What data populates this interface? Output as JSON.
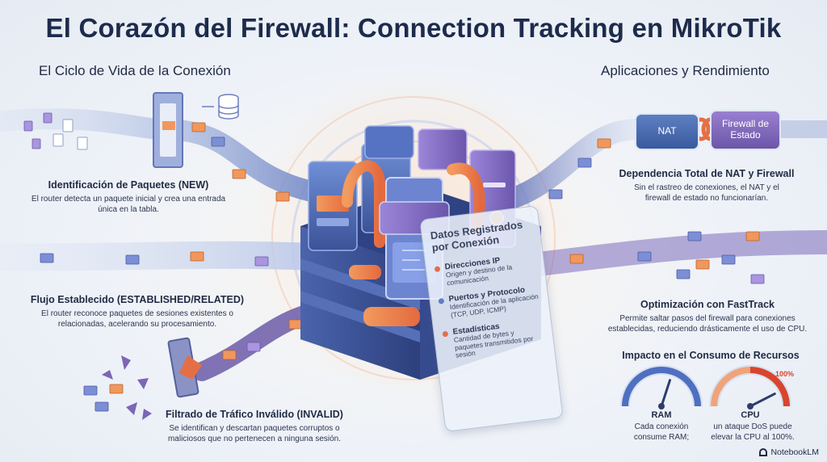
{
  "title": "El Corazón del Firewall: Connection Tracking en MikroTik",
  "left_heading": "El Ciclo de Vida de la Conexión",
  "right_heading": "Aplicaciones y Rendimiento",
  "left_blocks": [
    {
      "title": "Identificación de Paquetes (NEW)",
      "desc": "El router detecta un paquete inicial y crea una entrada única en la tabla."
    },
    {
      "title": "Flujo Establecido (ESTABLISHED/RELATED)",
      "desc": "El router reconoce paquetes de sesiones existentes o relacionadas, acelerando su procesamiento."
    },
    {
      "title": "Filtrado de Tráfico Inválido (INVALID)",
      "desc": "Se identifican y descartan paquetes corruptos o maliciosos que no pertenecen a ninguna sesión."
    }
  ],
  "right_blocks": [
    {
      "title": "Dependencia Total de NAT y Firewall",
      "desc": "Sin el rastreo de conexiones, el NAT y el firewall de estado no funcionarían."
    },
    {
      "title": "Optimización con FastTrack",
      "desc": "Permite saltar pasos del firewall para conexiones establecidas, reduciendo drásticamente el uso de CPU."
    }
  ],
  "chips": {
    "nat": "NAT",
    "firewall": "Firewall de Estado"
  },
  "panel": {
    "title": "Datos Registrados por Conexión",
    "items": [
      {
        "label": "Direcciones IP",
        "desc": "Origen y destino de la comunicación",
        "color": "#e56f45"
      },
      {
        "label": "Puertos y Protocolo",
        "desc": "Identificación de la aplicación (TCP, UDP, ICMP)",
        "color": "#5d7fc2"
      },
      {
        "label": "Estadísticas",
        "desc": "Cantidad de bytes y paquetes transmitidos por sesión",
        "color": "#e56f45"
      }
    ]
  },
  "resources": {
    "heading": "Impacto en el Consumo de Recursos",
    "ram": {
      "label": "RAM",
      "desc": "Cada conexión consume RAM;",
      "needle_fraction": 0.6
    },
    "cpu": {
      "label": "CPU",
      "desc": "un ataque DoS puede elevar la CPU al 100%.",
      "mark": "100%",
      "needle_fraction": 0.85
    }
  },
  "footer": "NotebookLM",
  "colors": {
    "orange": "#e9834f",
    "blue": "#5d7fc2",
    "purple": "#8a6cc6",
    "navy": "#1d2b4c"
  },
  "icons": [
    "envelope-icon",
    "database-icon",
    "document-icon",
    "firewall-gate-icon",
    "server-cube-icon",
    "gauge-icon"
  ]
}
